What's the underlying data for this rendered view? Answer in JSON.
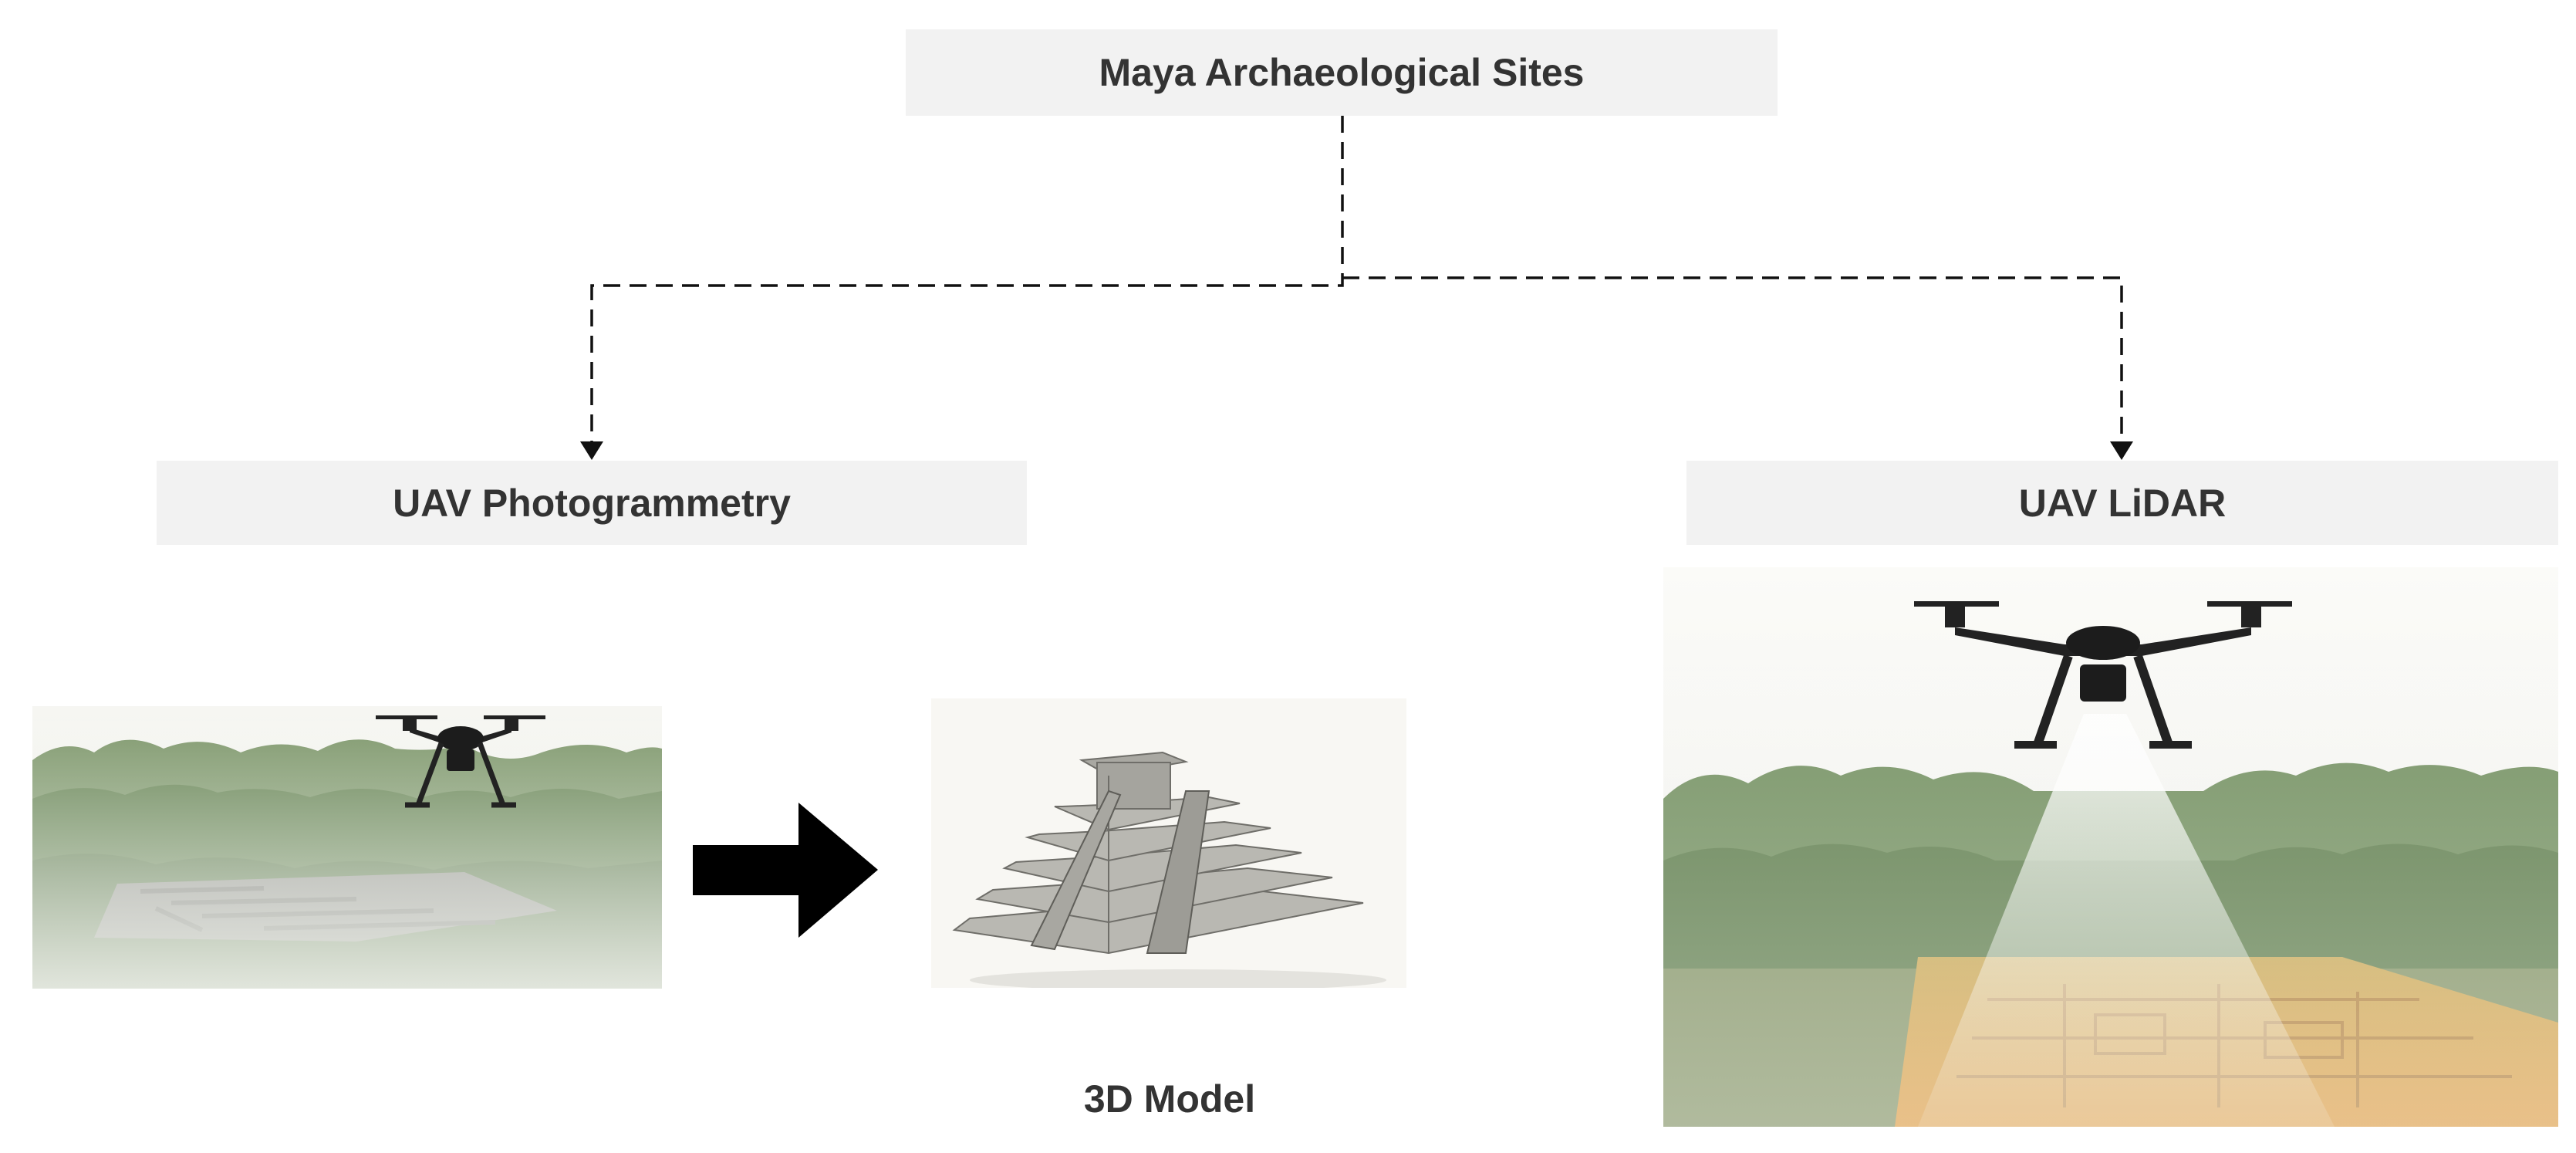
{
  "diagram": {
    "root": {
      "label": "Maya Archaeological Sites"
    },
    "branches": [
      {
        "label": "UAV Photogrammetry"
      },
      {
        "label": "UAV LiDAR"
      }
    ],
    "result": {
      "label": "3D Model"
    }
  },
  "colors": {
    "box_fill": "#f2f2f2",
    "text": "#333333",
    "connector": "#111111",
    "forest": "#5d7a4a",
    "ruins": "#8a8a84",
    "lidar_ground": "#d9a04a"
  },
  "icons": [
    "drone-icon",
    "arrow-right-icon",
    "pyramid-icon"
  ]
}
